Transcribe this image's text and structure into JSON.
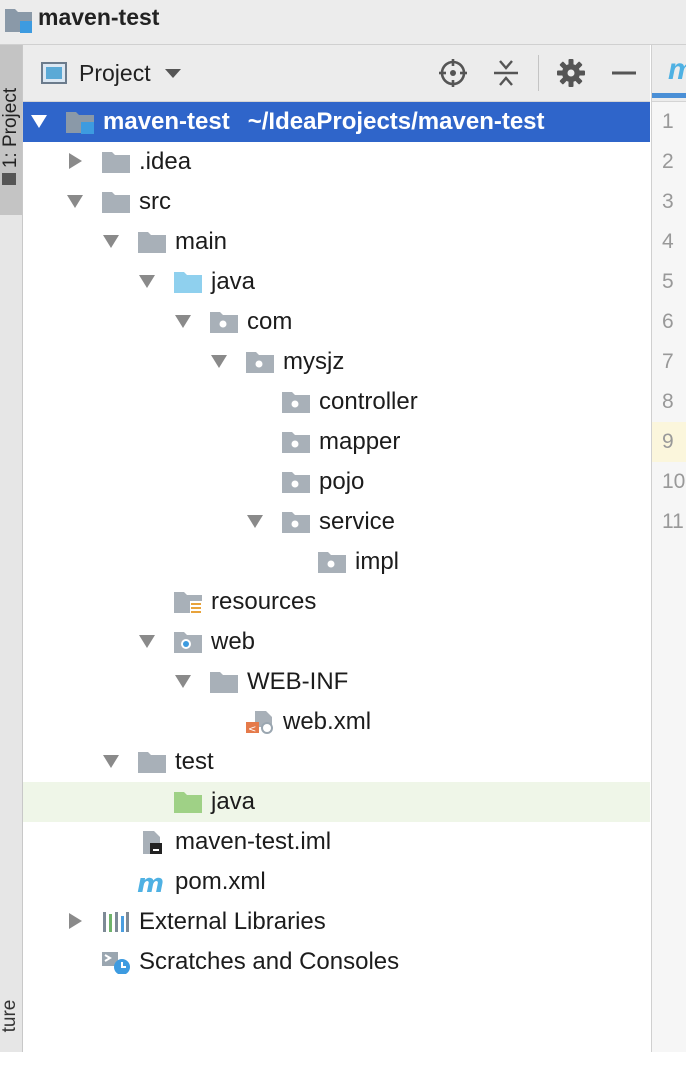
{
  "window": {
    "title": "maven-test"
  },
  "left_strip": {
    "tab_label": "1: Project",
    "bottom_label": "ture"
  },
  "toolbar": {
    "view_label": "Project"
  },
  "editor": {
    "tab_letter": "m",
    "line_numbers": [
      "1",
      "2",
      "3",
      "4",
      "5",
      "6",
      "7",
      "8",
      "9",
      "10",
      "11"
    ],
    "current_line": "9"
  },
  "tree": {
    "root": {
      "name": "maven-test",
      "path": "~/IdeaProjects/maven-test"
    },
    "items": [
      {
        "label": ".idea",
        "depth": 1,
        "arrow": "right",
        "icon": "folder"
      },
      {
        "label": "src",
        "depth": 1,
        "arrow": "down",
        "icon": "folder"
      },
      {
        "label": "main",
        "depth": 2,
        "arrow": "down",
        "icon": "folder"
      },
      {
        "label": "java",
        "depth": 3,
        "arrow": "down",
        "icon": "source-folder"
      },
      {
        "label": "com",
        "depth": 4,
        "arrow": "down",
        "icon": "package"
      },
      {
        "label": "mysjz",
        "depth": 5,
        "arrow": "down",
        "icon": "package"
      },
      {
        "label": "controller",
        "depth": 6,
        "arrow": "none",
        "icon": "package"
      },
      {
        "label": "mapper",
        "depth": 6,
        "arrow": "none",
        "icon": "package"
      },
      {
        "label": "pojo",
        "depth": 6,
        "arrow": "none",
        "icon": "package"
      },
      {
        "label": "service",
        "depth": 6,
        "arrow": "down",
        "icon": "package"
      },
      {
        "label": "impl",
        "depth": 7,
        "arrow": "none",
        "icon": "package"
      },
      {
        "label": "resources",
        "depth": 3,
        "arrow": "none",
        "icon": "resources-folder"
      },
      {
        "label": "web",
        "depth": 3,
        "arrow": "down",
        "icon": "web-folder"
      },
      {
        "label": "WEB-INF",
        "depth": 4,
        "arrow": "down",
        "icon": "folder"
      },
      {
        "label": "web.xml",
        "depth": 5,
        "arrow": "none",
        "icon": "web-xml"
      },
      {
        "label": "test",
        "depth": 2,
        "arrow": "down",
        "icon": "folder"
      },
      {
        "label": "java",
        "depth": 3,
        "arrow": "none",
        "icon": "test-folder"
      },
      {
        "label": "maven-test.iml",
        "depth": 2,
        "arrow": "none",
        "icon": "iml-file"
      },
      {
        "label": "pom.xml",
        "depth": 2,
        "arrow": "none",
        "icon": "maven"
      },
      {
        "label": "External Libraries",
        "depth": 1,
        "arrow": "right",
        "icon": "libraries"
      },
      {
        "label": "Scratches and Consoles",
        "depth": 1,
        "arrow": "none",
        "icon": "scratches"
      }
    ],
    "highlight_label": "java"
  },
  "colors": {
    "selection": "#2f65ca",
    "highlight_row": "#eff6e8",
    "folder": "#a8b0b8",
    "source_folder": "#8fd0ee",
    "test_folder": "#9fd186",
    "maven": "#4fb1e3"
  }
}
